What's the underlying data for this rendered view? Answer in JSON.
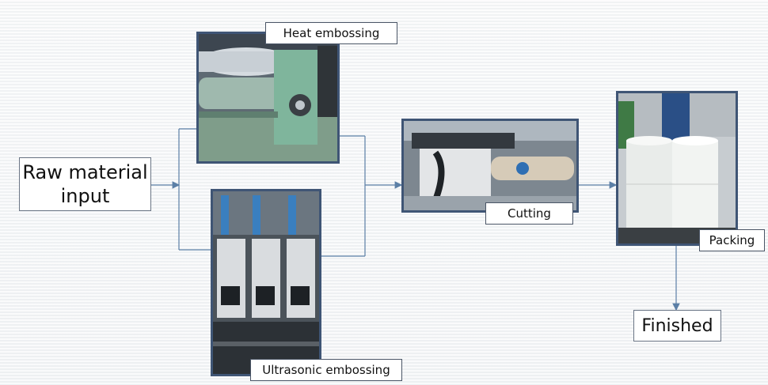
{
  "nodes": {
    "raw_material": "Raw material\ninput",
    "heat_embossing": "Heat embossing",
    "ultrasonic_embossing": "Ultrasonic embossing",
    "cutting": "Cutting",
    "packing": "Packing",
    "finished": "Finished"
  },
  "colors": {
    "connector": "#5b7fa6",
    "photo_frame": "#3f5575"
  }
}
